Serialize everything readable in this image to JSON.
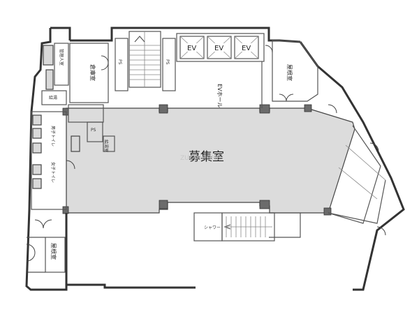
{
  "labels": {
    "main_room": "募集室",
    "watermark": "ZUTTOHOME",
    "ev_hall": "EVホール",
    "ev": [
      "EV",
      "EV",
      "EV"
    ],
    "ps": "PS",
    "storage_left": "倉庫室",
    "mgmt_room": "管理人室",
    "stairs_room_right": "屋根室",
    "stairs_room_bottom": "屋根室",
    "kyuto": "給湯",
    "toilet_m": "男子トイレ",
    "toilet_w": "女子トイレ",
    "kyuto_room": "給湯室",
    "shower": "シャワー"
  }
}
